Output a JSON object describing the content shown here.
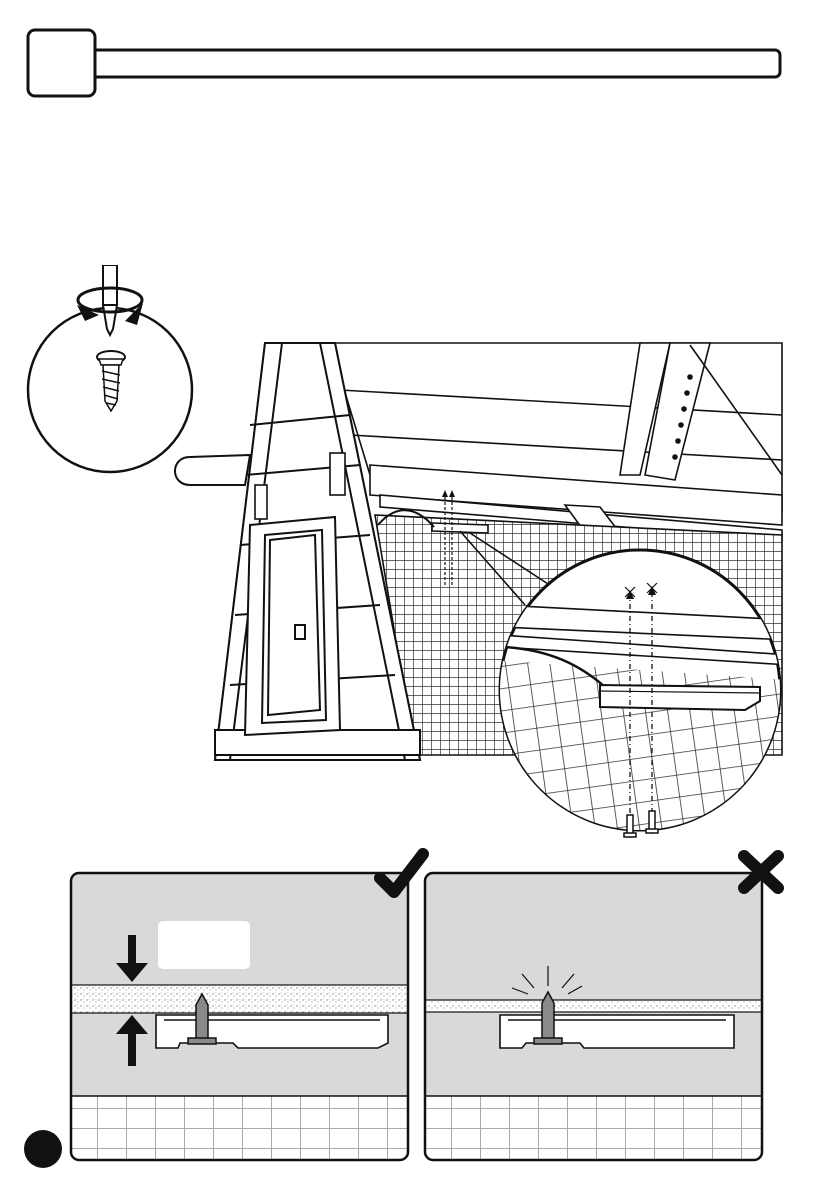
{
  "page": {
    "step_number": "",
    "step_title": "",
    "note_label": "",
    "page_number": ""
  },
  "tool": {
    "icon": "screwdriver-icon",
    "motion": "clockwise-rotation-icon"
  },
  "hardware": {
    "icon": "self-tapping-screw-icon",
    "count": 2
  },
  "panels": [
    {
      "status": "correct",
      "icon": "checkmark-icon"
    },
    {
      "status": "incorrect",
      "icon": "cross-icon"
    }
  ],
  "colors": {
    "line": "#111111",
    "panel_fill": "#d9d9d9",
    "wood_fill": "#ffffff",
    "screw_fill": "#8a8a8a"
  }
}
